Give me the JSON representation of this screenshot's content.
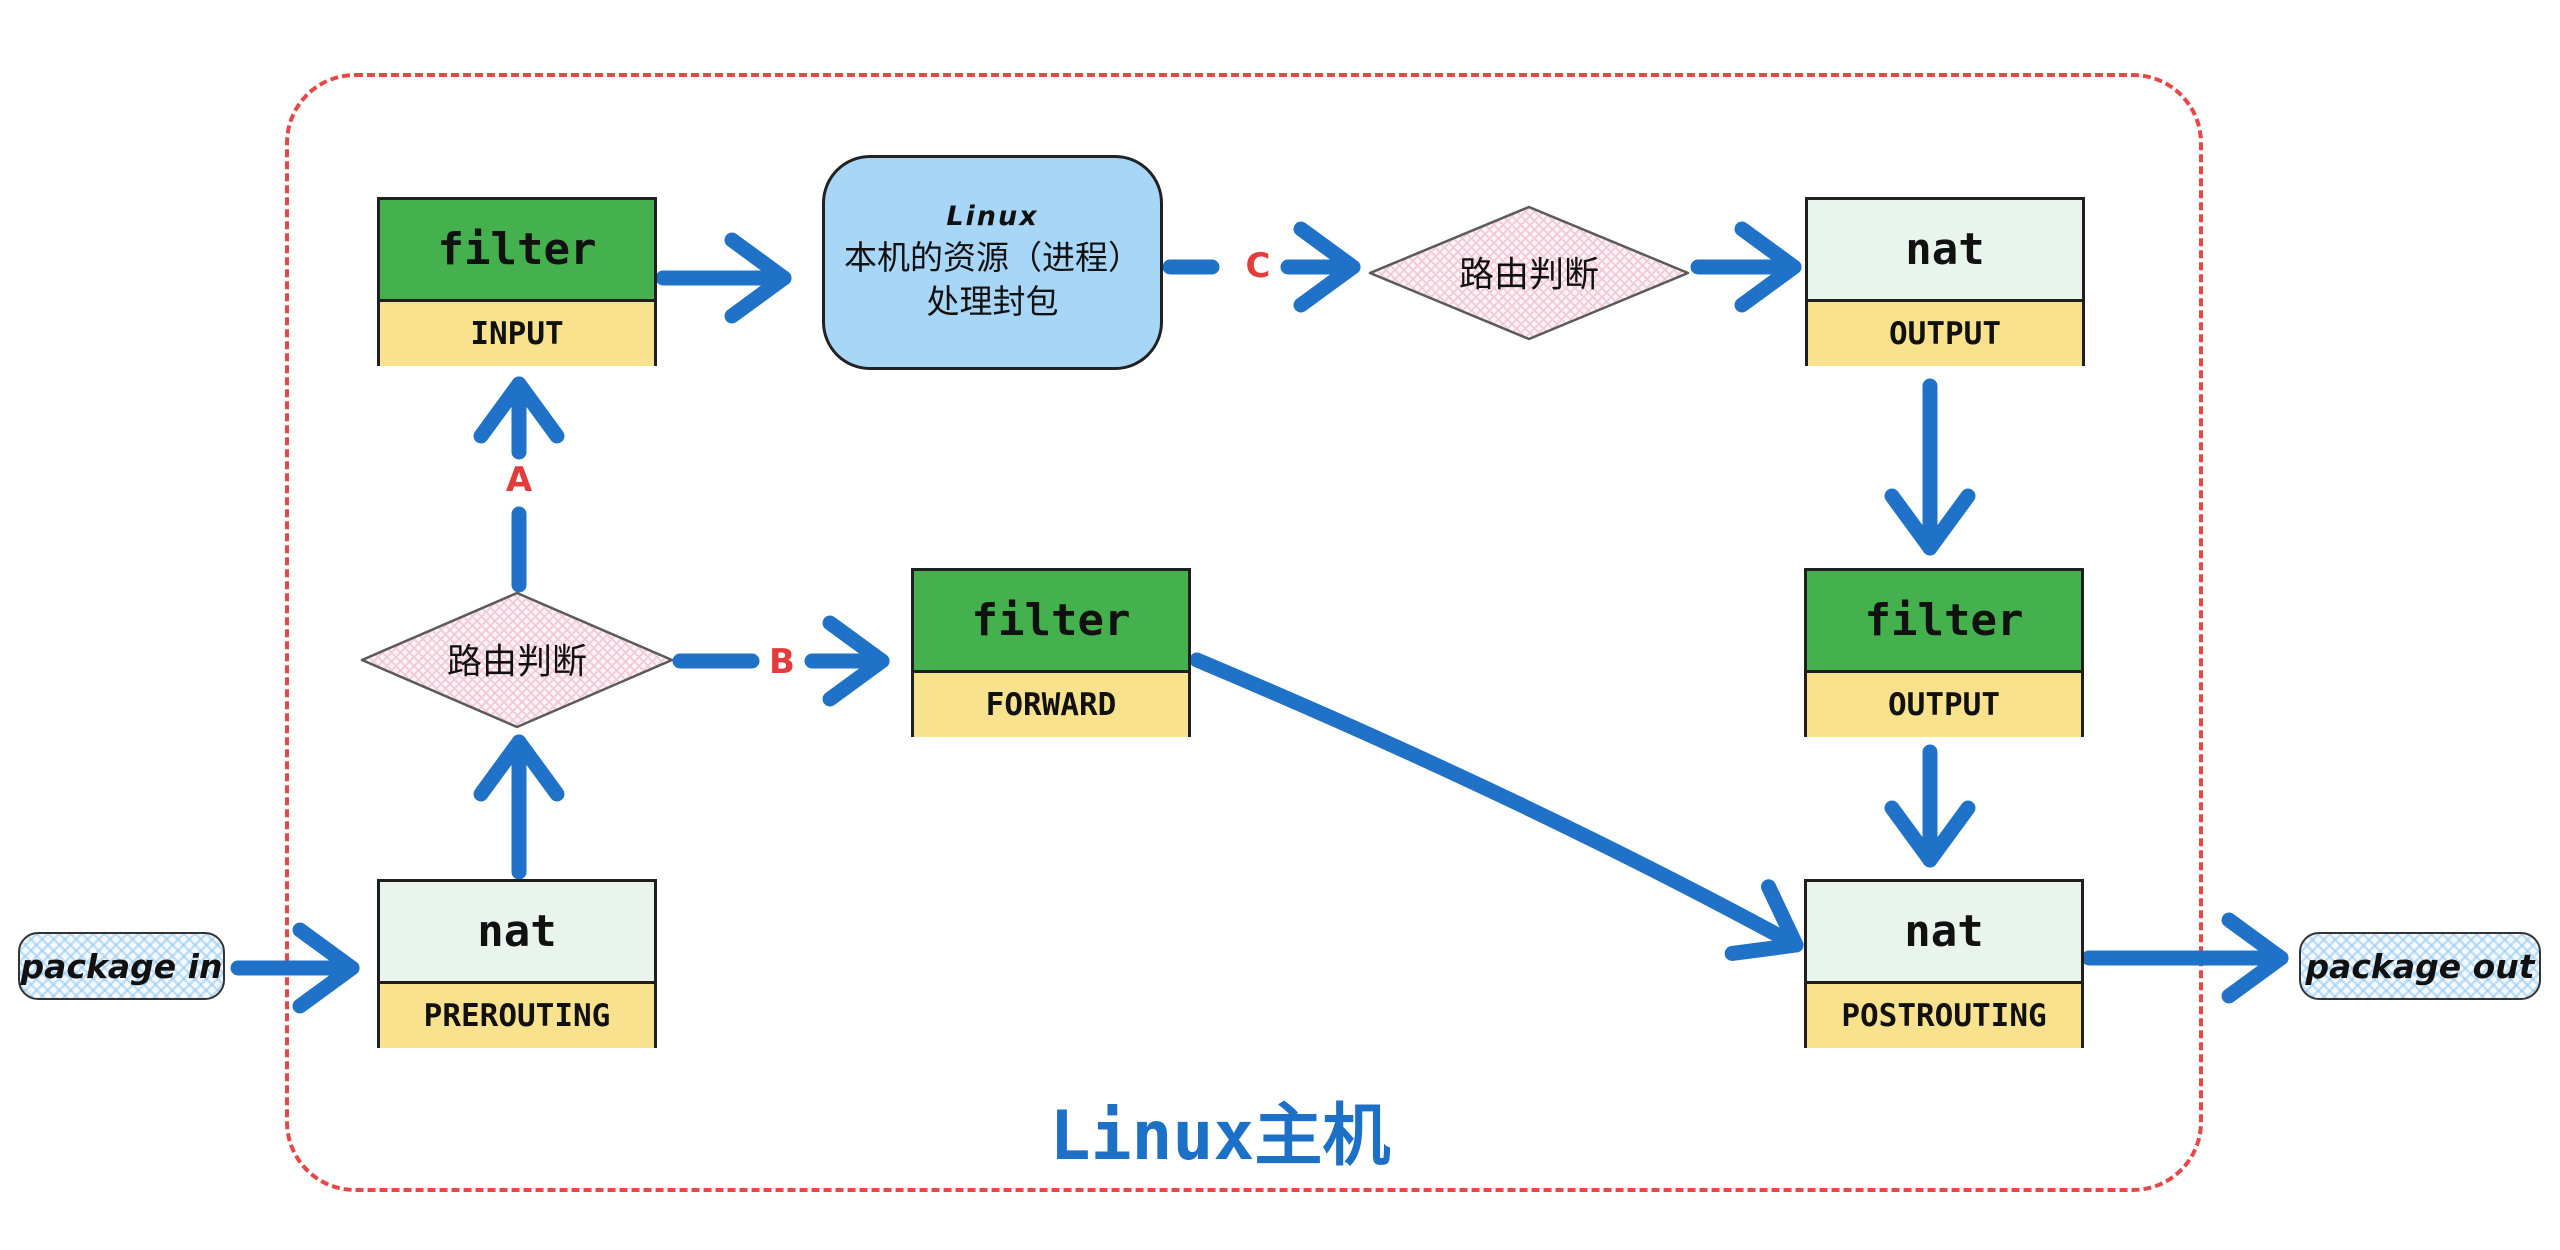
{
  "host_box": {
    "title": "Linux主机"
  },
  "endpoints": {
    "package_in": "package in",
    "package_out": "package out"
  },
  "flow_labels": {
    "a": "A",
    "b": "B",
    "c": "C"
  },
  "nodes": {
    "filter_input": {
      "table": "filter",
      "chain": "INPUT"
    },
    "nat_prerouting": {
      "table": "nat",
      "chain": "PREROUTING"
    },
    "filter_forward": {
      "table": "filter",
      "chain": "FORWARD"
    },
    "nat_output": {
      "table": "nat",
      "chain": "OUTPUT"
    },
    "filter_output": {
      "table": "filter",
      "chain": "OUTPUT"
    },
    "nat_postrouting": {
      "table": "nat",
      "chain": "POSTROUTING"
    },
    "local_process": {
      "title": "Linux",
      "line1": "本机的资源（进程）",
      "line2": "处理封包"
    },
    "routing_left": {
      "label": "路由判断"
    },
    "routing_top": {
      "label": "路由判断"
    }
  },
  "colors": {
    "filter_header": "#45b04e",
    "nat_header": "#e9f4ec",
    "chain_bg": "#f9e28e",
    "process_bg": "#a7d6f6",
    "arrow": "#1f72c8",
    "label_red": "#e23c3c",
    "host_border": "#e64747",
    "title_blue": "#1c70c5"
  }
}
